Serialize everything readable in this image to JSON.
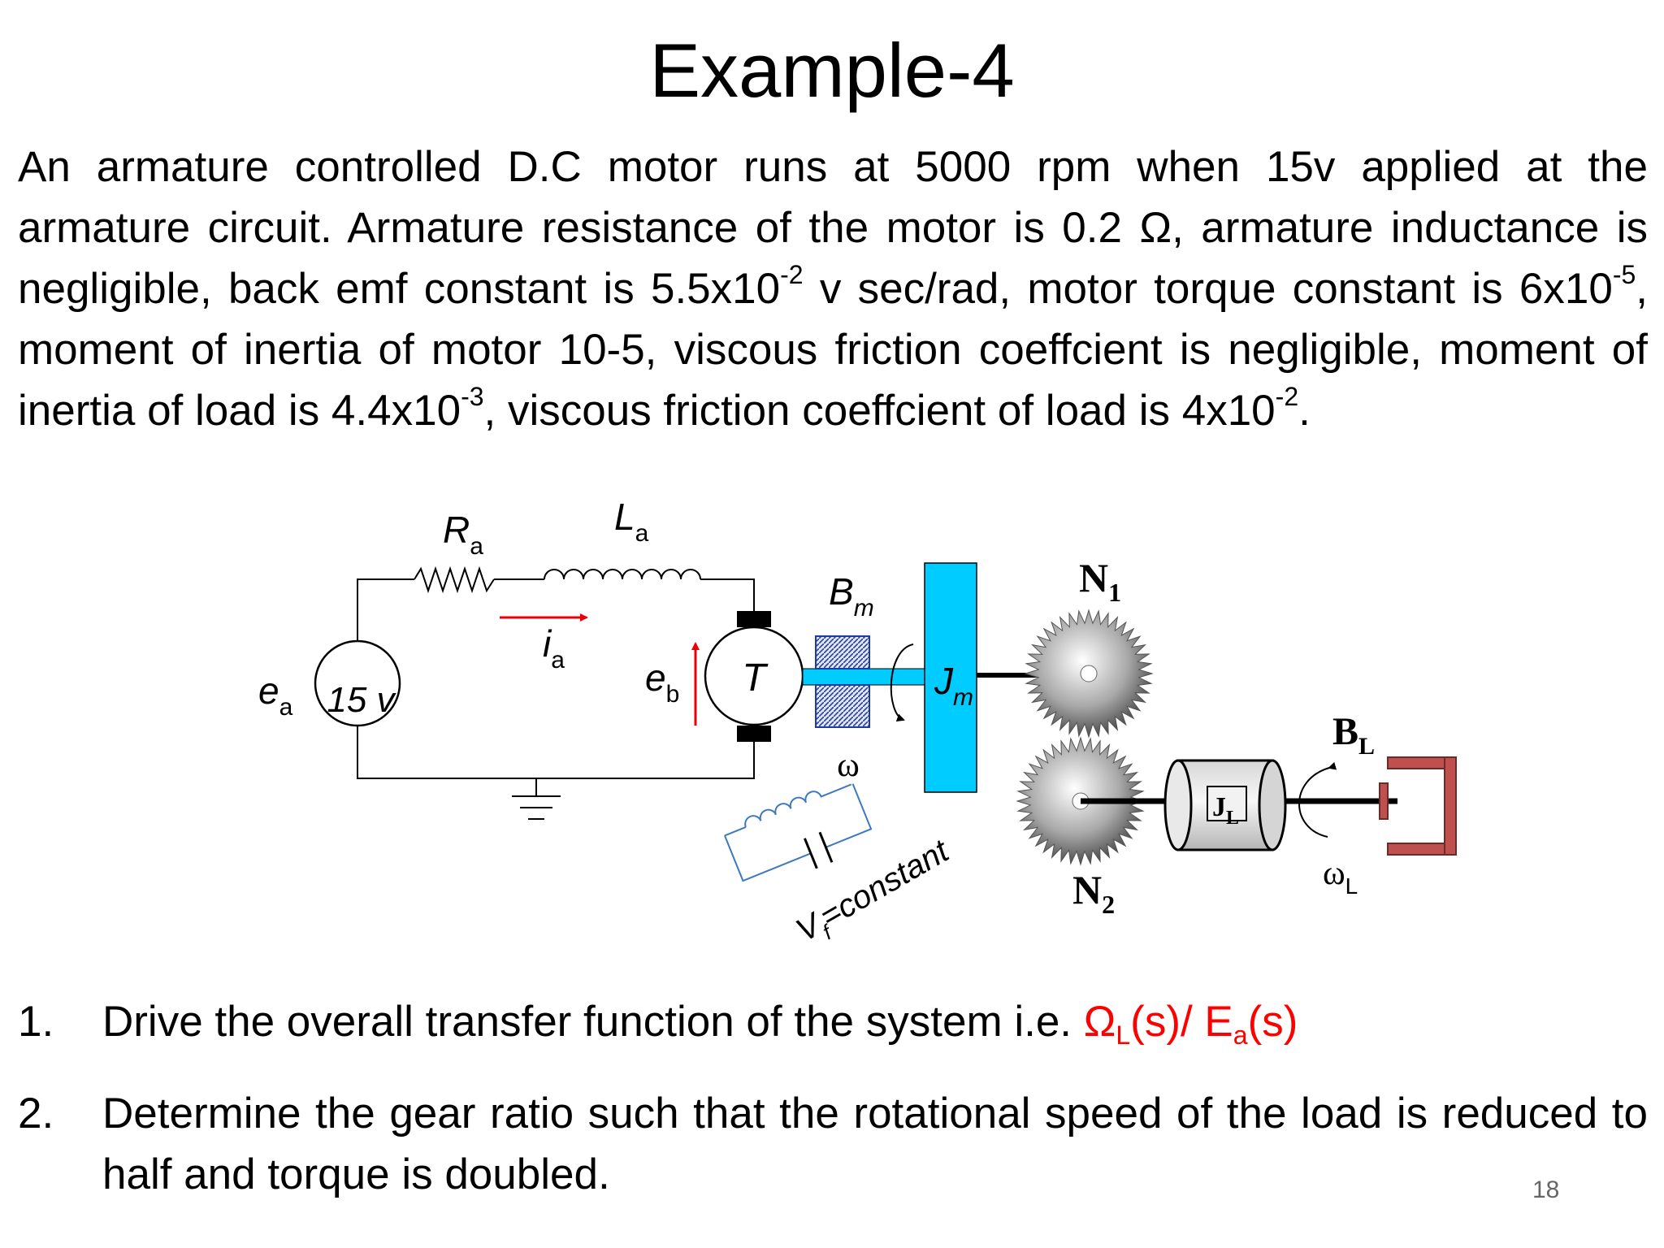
{
  "slide": {
    "title": "Example-4",
    "page_number": "18"
  },
  "problem": {
    "p1": "An armature controlled D.C motor runs at 5000 rpm when 15v applied at the armature circuit. Armature resistance of the motor is 0.2 Ω, armature inductance is negligible, back emf constant is 5.5x10",
    "e1": "-2",
    "p2": " v sec/rad, motor torque constant is 6x10",
    "e2": "-5",
    "p3": ", moment of inertia of motor 10-5, viscous friction coeffcient is negligible, moment of inertia of load is 4.4x10",
    "e3": "-3",
    "p4": ", viscous friction coeffcient of load is 4x10",
    "e4": "-2",
    "p5": "."
  },
  "diagram": {
    "R": "R",
    "R_sub": "a",
    "L": "L",
    "L_sub": "a",
    "i": "i",
    "i_sub": "a",
    "e_a": "e",
    "e_a_sub": "a",
    "source": "15 v",
    "e_b": "e",
    "e_b_sub": "b",
    "T": "T",
    "B_m": "B",
    "B_m_sub": "m",
    "J_m": "J",
    "J_m_sub": "m",
    "omega": "ω",
    "N1": "N",
    "N1_sub": "1",
    "N2": "N",
    "N2_sub": "2",
    "B_L": "B",
    "B_L_sub": "L",
    "J_L": "J",
    "J_L_sub": "L",
    "omega_L": "ω",
    "omega_L_sub": "L",
    "vf_V": "V",
    "vf_sub": "f",
    "vf_rest": "=constant",
    "colors": {
      "arrow_red": "#e8000b",
      "shaft_cyan": "#00ccff",
      "field_blue": "#3d79bf",
      "damper_red": "#c0504d"
    }
  },
  "tasks": [
    {
      "number": "1.",
      "text": "Drive the overall transfer function of the system i.e. ",
      "tf_a": "Ω",
      "tf_a_sub": "L",
      "tf_b": "(s)/ E",
      "tf_b_sub": "a",
      "tf_c": "(s)"
    },
    {
      "number": "2.",
      "text": "Determine the gear ratio such that the rotational speed of the load is reduced to half and torque is doubled."
    }
  ]
}
